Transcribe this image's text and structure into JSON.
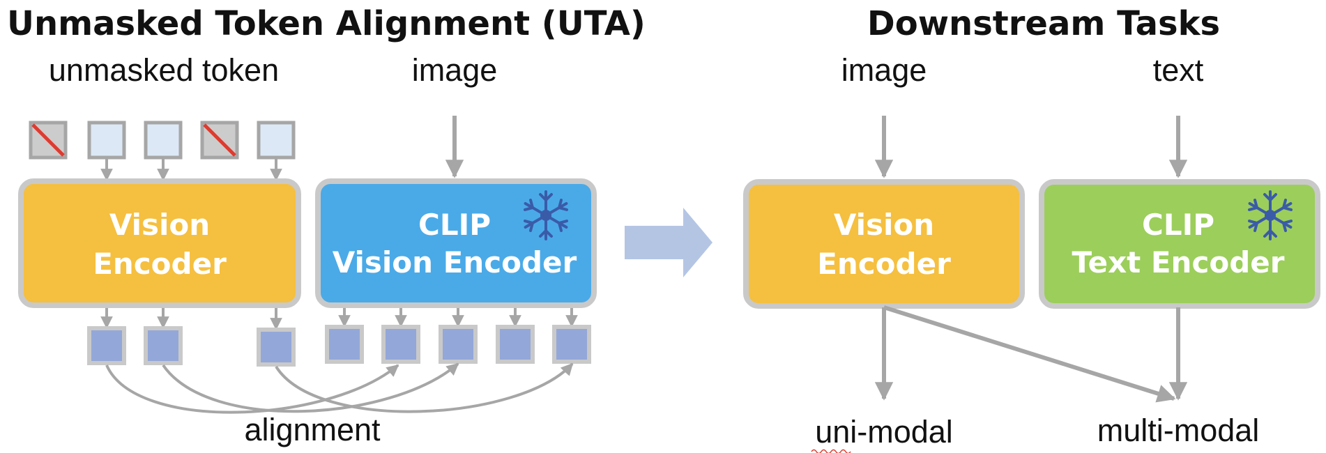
{
  "left_panel": {
    "title": "Unmasked Token Alignment (UTA)",
    "input_label_tokens": "unmasked token",
    "input_label_image": "image",
    "vision_encoder": {
      "line1": "Vision",
      "line2": "Encoder"
    },
    "clip_encoder": {
      "line1": "CLIP",
      "line2": "Vision Encoder",
      "icon": "snowflake-icon"
    },
    "bottom_label": "alignment",
    "input_tokens": [
      "masked",
      "unmasked",
      "unmasked",
      "masked",
      "unmasked"
    ]
  },
  "right_panel": {
    "title": "Downstream Tasks",
    "input_label_image": "image",
    "input_label_text": "text",
    "vision_encoder": {
      "line1": "Vision",
      "line2": "Encoder"
    },
    "clip_encoder": {
      "line1": "CLIP",
      "line2": "Text Encoder",
      "icon": "snowflake-icon"
    },
    "output_label_left": "uni-modal",
    "output_label_right": "multi-modal"
  },
  "colors": {
    "vision_encoder": "#f5bf3f",
    "clip_vision_encoder": "#4aaae8",
    "clip_text_encoder": "#9cce5b",
    "box_border": "#c9c9c9",
    "arrow_gray": "#a6a6a6",
    "token_unmasked": "#dce8f5",
    "token_masked": "#cccccc",
    "feature_token": "#93a7d8",
    "mask_slash": "#e03a2f",
    "snowflake": "#3a5ba8",
    "transition_arrow": "#b4c5e4"
  }
}
